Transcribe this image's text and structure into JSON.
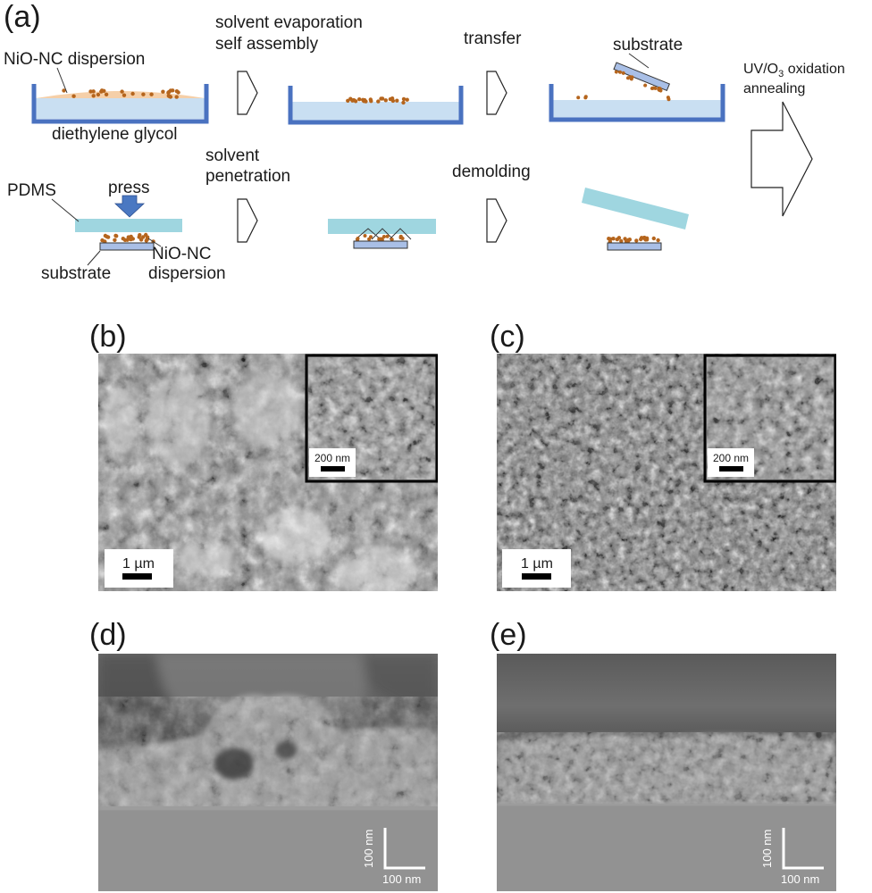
{
  "panels": {
    "a": {
      "letter": "(a)"
    },
    "b": {
      "letter": "(b)",
      "scale_main": "1 µm",
      "scale_inset": "200 nm"
    },
    "c": {
      "letter": "(c)",
      "scale_main": "1 µm",
      "scale_inset": "200 nm"
    },
    "d": {
      "letter": "(d)",
      "scale_v": "100 nm",
      "scale_h": "100 nm"
    },
    "e": {
      "letter": "(e)",
      "scale_v": "100 nm",
      "scale_h": "100 nm"
    }
  },
  "schematic": {
    "row1": {
      "dispersion_label": "NiO-NC dispersion",
      "bath_label": "diethylene glycol",
      "step1_line1": "solvent evaporation",
      "step1_line2": "self assembly",
      "step2": "transfer",
      "substrate_label": "substrate"
    },
    "row2": {
      "pdms_label": "PDMS",
      "press_label": "press",
      "dispersion_line1": "NiO-NC",
      "dispersion_line2": "dispersion",
      "substrate_label": "substrate",
      "step1_line1": "solvent",
      "step1_line2": "penetration",
      "step2": "demolding"
    },
    "final_step_line1_pre": "UV/O",
    "final_step_line1_sub": "3",
    "final_step_line1_post": " oxidation",
    "final_step_line2": "annealing"
  },
  "colors": {
    "bath_wall": "#4a72c0",
    "liquid": "#c9dff2",
    "particle": "#b5651d",
    "droplet": "#f5cfa8",
    "pdms": "#9fd6e0",
    "press_arrow": "#4a78c2",
    "substrate": "#a9bfe6"
  }
}
